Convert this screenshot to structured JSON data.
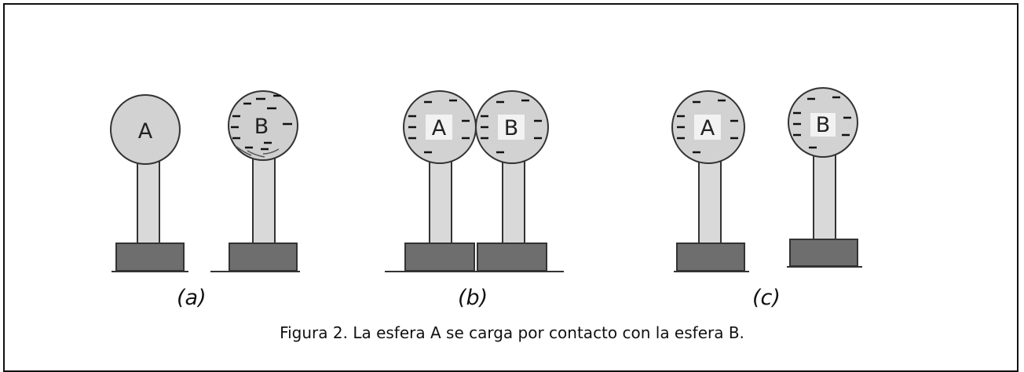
{
  "figure": {
    "panels": [
      {
        "label": "(a)",
        "spheres": [
          {
            "letter": "A",
            "charged": false
          },
          {
            "letter": "B",
            "charged": true
          }
        ]
      },
      {
        "label": "(b)",
        "spheres": [
          {
            "letter": "A",
            "charged": true
          },
          {
            "letter": "B",
            "charged": true
          }
        ]
      },
      {
        "label": "(c)",
        "spheres": [
          {
            "letter": "A",
            "charged": true
          },
          {
            "letter": "B",
            "charged": true
          }
        ]
      }
    ],
    "caption": "Figura 2. La esfera A se carga por contacto con la esfera B."
  },
  "colors": {
    "sphere_fill": "#d2d2d2",
    "stand_fill": "#d9d9d9",
    "base_fill": "#6e6e6e",
    "outline": "#333333",
    "letter_bg": "#f2f2f2"
  }
}
